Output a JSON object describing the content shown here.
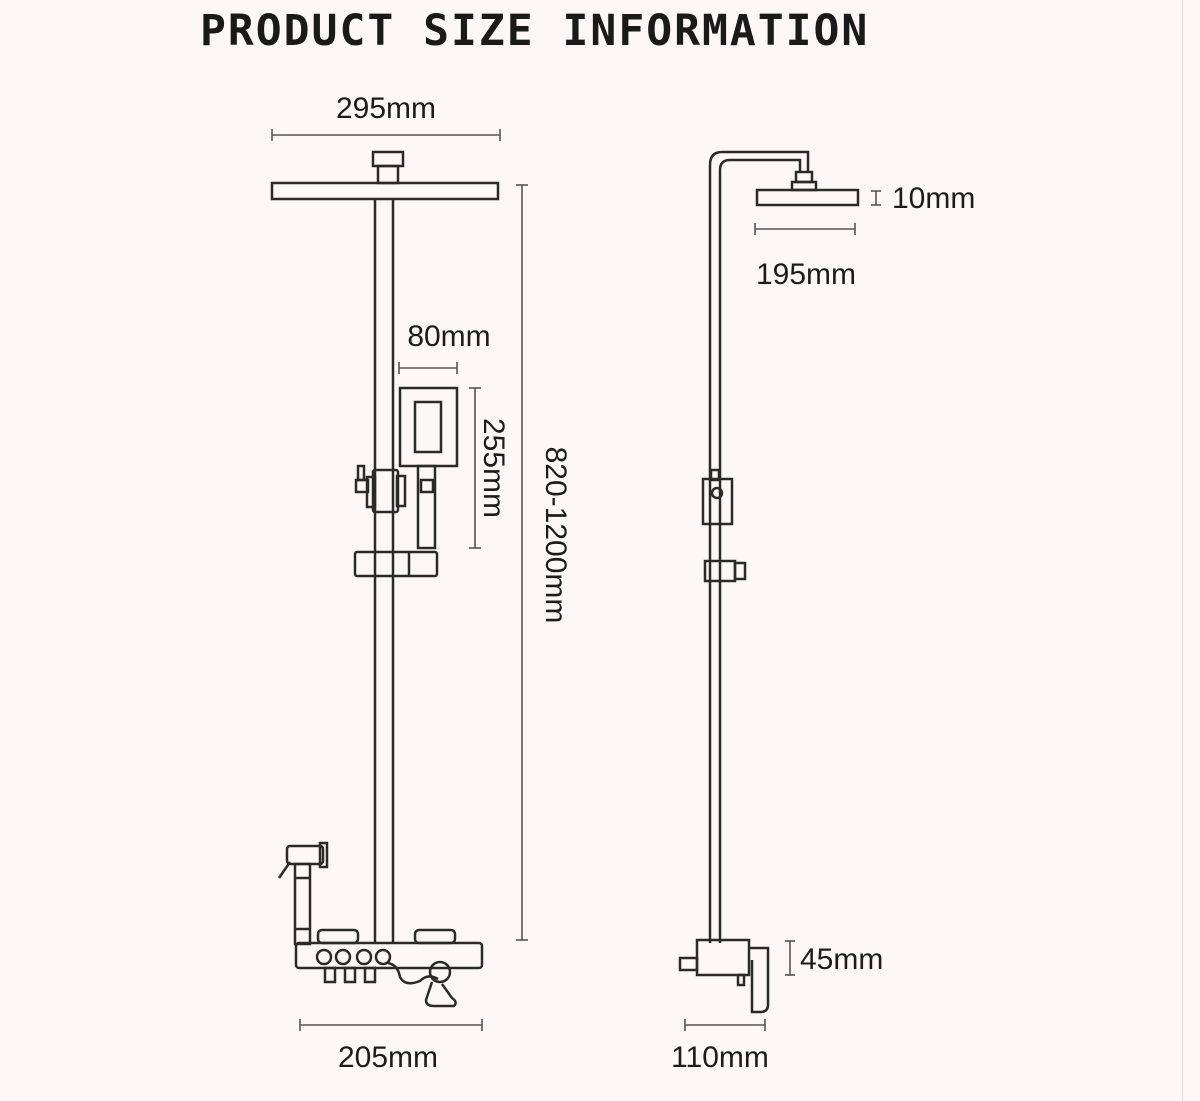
{
  "title": "PRODUCT SIZE INFORMATION",
  "front_view": {
    "top_width": "295mm",
    "hand_shower_width": "80mm",
    "hand_shower_height": "255mm",
    "total_height": "820-1200mm",
    "base_width": "205mm"
  },
  "side_view": {
    "head_thickness": "10mm",
    "head_width": "195mm",
    "valve_height": "45mm",
    "valve_width": "110mm"
  }
}
